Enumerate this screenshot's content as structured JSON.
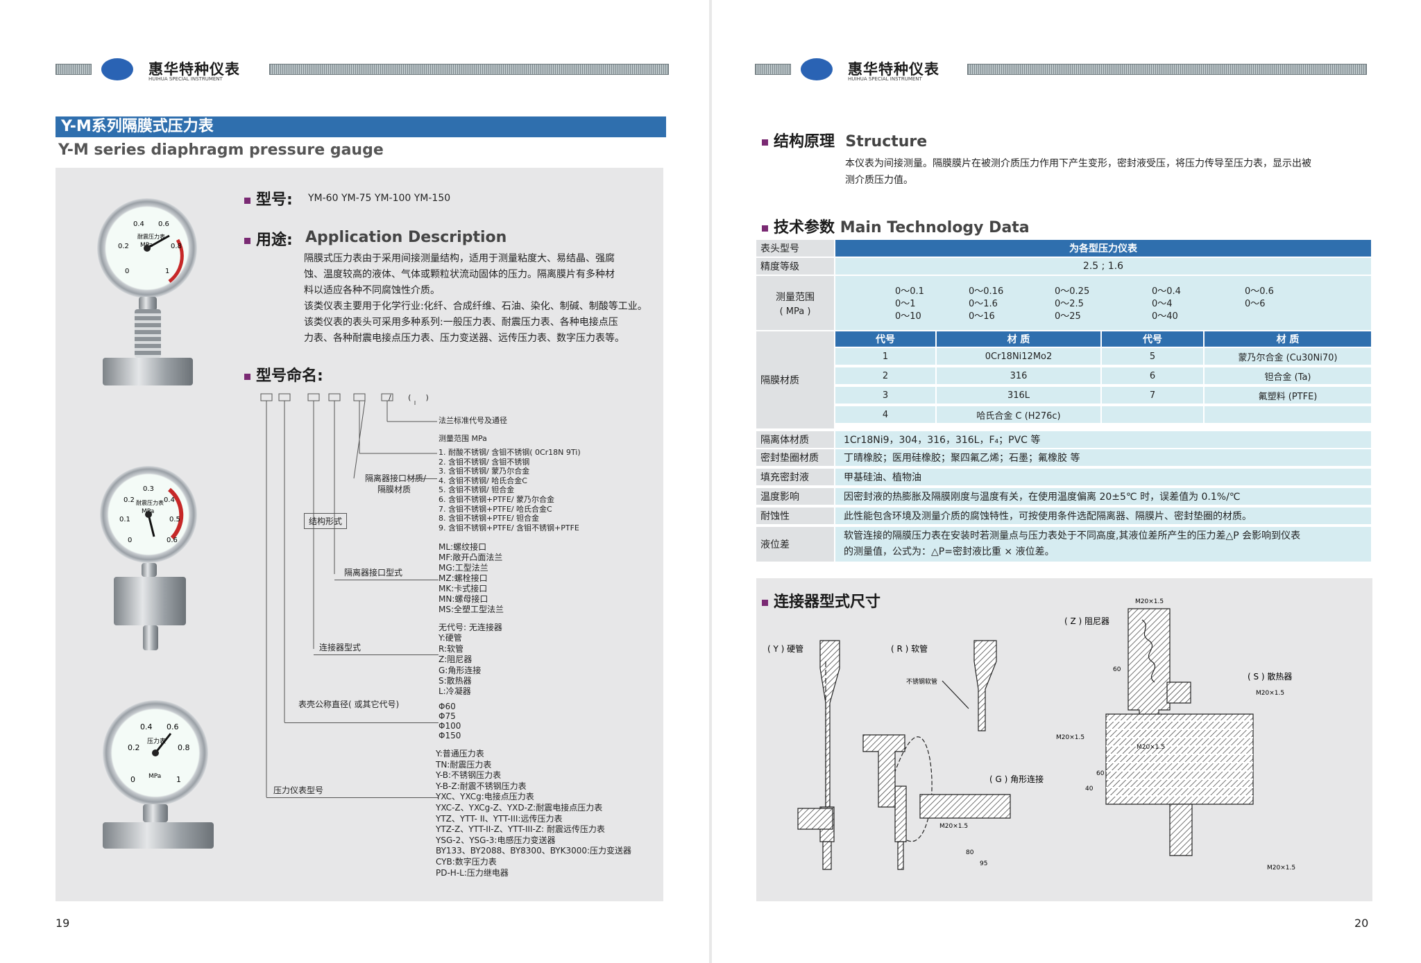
{
  "header": {
    "brand_cn": "惠华特种仪表",
    "brand_en": "HUIHUA SPECIAL INSTRUMENT"
  },
  "left": {
    "title_cn": "Y-M系列隔膜式压力表",
    "title_en": "Y-M series diaphragm pressure gauge",
    "model_label": "型号:",
    "model_values": "YM-60  YM-75  YM-100  YM-150",
    "usage_label": "用途:",
    "usage_en": "Application Description",
    "usage_text": [
      "隔膜式压力表由于采用间接测量结构，适用于测量粘度大、易结晶、强腐",
      "蚀、温度较高的液体、气体或颗粒状流动固体的压力。隔离膜片有多种材",
      "料以适应各种不同腐蚀性介质。",
      "该类仪表主要用于化学行业:化纤、合成纤维、石油、染化、制碱、制酸等工业。",
      "该类仪表的表头可采用多种系列:一般压力表、耐震压力表、各种电接点压",
      "力表、各种耐震电接点压力表、压力变送器、远传压力表、数字压力表等。"
    ],
    "naming_label": "型号命名:",
    "naming": {
      "flange": "法兰标准代号及通径",
      "range": "测量范围  MPa",
      "material_label": "隔离器接口材质/",
      "material_label2": "隔膜材质",
      "materials": [
        "1. 耐酸不锈钢/ 含钼不锈钢( 0Cr18N 9Ti)",
        "2. 含钼不锈钢/ 含钼不锈钢",
        "3. 含钼不锈钢/ 蒙乃尔合金",
        "4. 含钼不锈钢/ 哈氏合金C",
        "5. 含钼不锈钢/ 钽合金",
        "6. 含钼不锈钢+PTFE/ 蒙乃尔合金",
        "7. 含钼不锈钢+PTFE/ 哈氏合金C",
        "8. 含钼不锈钢+PTFE/ 钽合金",
        "9. 含钼不锈钢+PTFE/ 含钼不锈钢+PTFE"
      ],
      "structure_label": "结构形式",
      "interface_label": "隔离器接口型式",
      "interfaces": [
        "ML:螺纹接口",
        "MF:敞开凸面法兰",
        "MG:工型法兰",
        "MZ:螺栓接口",
        "MK:卡式接口",
        "MN:螺母接口",
        "MS:全塑工型法兰"
      ],
      "connector_label": "连接器型式",
      "connectors": [
        "无代号: 无连接器",
        "Y:硬管",
        "R:软管",
        "Z:阻尼器",
        "G:角形连接",
        "S:散热器",
        "L:冷凝器"
      ],
      "diameter_label": "表壳公称直径( 或其它代号)",
      "diameters": [
        "Φ60",
        "Φ75",
        "Φ100",
        "Φ150"
      ],
      "gauge_label": "压力仪表型号",
      "gauges": [
        "Y:普通压力表",
        "TN:耐震压力表",
        "Y-B:不锈钢压力表",
        "Y-B-Z:耐震不锈钢压力表",
        "YXC、YXCg:电接点压力表",
        "YXC-Z、YXCg-Z、YXD-Z:耐震电接点压力表",
        "YTZ、YTT- II、YTT-III:远传压力表",
        "YTZ-Z、YTT-II-Z、YTT-III-Z: 耐震远传压力表",
        "YSG-2、YSG-3:电感压力变送器",
        "BY133、BY2088、BY8300、BYK3000:压力变送器",
        "CYB:数字压力表",
        "PD-H-L:压力继电器"
      ]
    },
    "gauge1": {
      "title": "耐震压力表",
      "unit": "MPa",
      "ticks": [
        "0",
        "0.2",
        "0.4",
        "0.6",
        "0.8",
        "1"
      ]
    },
    "gauge2": {
      "title": "耐震压力表",
      "unit": "MPa",
      "ticks": [
        "0",
        "0.1",
        "0.2",
        "0.3",
        "0.4",
        "0.5",
        "0.6"
      ]
    },
    "gauge3": {
      "title": "压力表",
      "unit": "MPa",
      "ticks": [
        "0",
        "0.2",
        "0.4",
        "0.6",
        "0.8",
        "1"
      ]
    },
    "page_number": "19"
  },
  "right": {
    "structure_label": "结构原理",
    "structure_en": "Structure",
    "structure_text": [
      "本仪表为间接测量。隔膜膜片在被测介质压力作用下产生变形，密封液受压，将压力传导至压力表，显示出被",
      "测介质压力值。"
    ],
    "tech_label": "技术参数",
    "tech_en": "Main Technology Data",
    "table": {
      "meter_type_label": "表头型号",
      "meter_type_value": "为各型压力仪表",
      "accuracy_label": "精度等级",
      "accuracy_value": "2.5 ; 1.6",
      "range_label": "测量范围",
      "range_unit": "( MPa )",
      "ranges": [
        "0～0.1\n0～1\n0～10",
        "0～0.16\n0～1.6\n0～16",
        "0～0.25\n0～2.5\n0～25",
        "0～0.4\n0～4\n0～40",
        "0～0.6\n0～6"
      ],
      "diaphragm_label": "隔膜材质",
      "diaphragm_headers": [
        "代号",
        "材  质",
        "代号",
        "材  质"
      ],
      "diaphragm_rows": [
        [
          "1",
          "0Cr18Ni12Mo2",
          "5",
          "蒙乃尔合金 (Cu30Ni70)"
        ],
        [
          "2",
          "316",
          "6",
          "钽合金 (Ta)"
        ],
        [
          "3",
          "316L",
          "7",
          "氟塑料 (PTFE)"
        ],
        [
          "4",
          "哈氏合金 C (H276c)",
          "",
          ""
        ]
      ],
      "body_label": "隔离体材质",
      "body_value": "1Cr18Ni9，304，316，316L，F₄；PVC  等",
      "gasket_label": "密封垫圈材质",
      "gasket_value": "丁晴橡胶；医用硅橡胶；聚四氟乙烯；石墨；氟橡胶  等",
      "fill_label": "填充密封液",
      "fill_value": "甲基硅油、植物油",
      "temp_label": "温度影响",
      "temp_value": "因密封液的热膨胀及隔膜刚度与温度有关，在使用温度偏离 20±5℃ 时，误差值为 0.1%/℃",
      "corrosion_label": "耐蚀性",
      "corrosion_value": "此性能包含环境及测量介质的腐蚀特性，可按使用条件选配隔离器、隔膜片、密封垫圈的材质。",
      "level_label": "液位差",
      "level_value": [
        "软管连接的隔膜压力表在安装时若测量点与压力表处于不同高度,其液位差所产生的压力差△P 会影响到仪表",
        "的测量值，公式为：△P=密封液比重 × 液位差。"
      ]
    },
    "connector_label": "连接器型式尺寸",
    "connectors": {
      "Y": "( Y ) 硬管",
      "R": "( R ) 软管",
      "R_note": "不锈钢软管",
      "Z": "( Z ) 阻尼器",
      "G": "( G ) 角形连接",
      "S": "( S ) 散热器",
      "thread": "M20×1.5",
      "dim_60": "60",
      "dim_40": "40",
      "dim_80": "80",
      "dim_95": "95"
    },
    "page_number": "20"
  }
}
